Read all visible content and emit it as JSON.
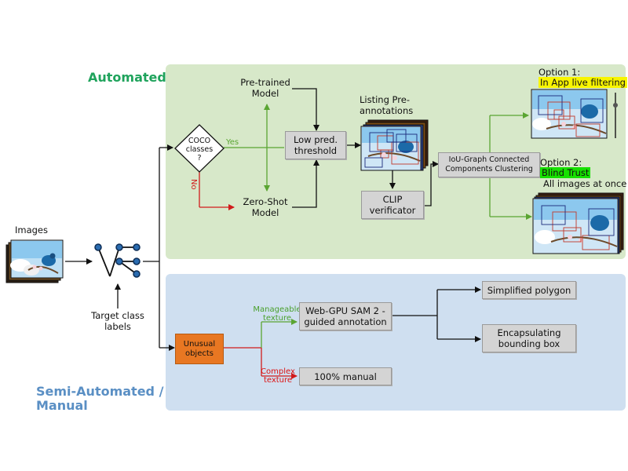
{
  "sections": {
    "automated": "Automated",
    "semi_line1": "Semi-Automated /",
    "semi_line2": "Manual"
  },
  "nodes": {
    "images": "Images",
    "target_line1": "Target class",
    "target_line2": "labels",
    "coco_line1": "COCO",
    "coco_line2": "classes",
    "coco_line3": "?",
    "yes": "Yes",
    "no": "No",
    "pretrained_line1": "Pre-trained",
    "pretrained_line2": "Model",
    "zeroshot_line1": "Zero-Shot",
    "zeroshot_line2": "Model",
    "lowpred_line1": "Low pred.",
    "lowpred_line2": "threshold",
    "listing_line1": "Listing Pre-",
    "listing_line2": "annotations",
    "clip_line1": "CLIP",
    "clip_line2": "verificator",
    "iou_line1": "IoU-Graph Connected",
    "iou_line2": "Components Clustering",
    "option1_title": "Option 1:",
    "option1_sub": "In App live filtering",
    "option2_title": "Option 2:",
    "option2_sub": "Blind Trust",
    "option2_note": "All images at once",
    "unusual_line1": "Unusual",
    "unusual_line2": "objects",
    "manageable_line1": "Manageable",
    "manageable_line2": "texture",
    "complex_line1": "Complex",
    "complex_line2": "texture",
    "sam_line1": "Web-GPU SAM 2 -",
    "sam_line2": "guided annotation",
    "manual": "100% manual",
    "polygon": "Simplified polygon",
    "bbox_line1": "Encapsulating",
    "bbox_line2": "bounding box"
  },
  "colors": {
    "automated_title": "#1fa35c",
    "semi_title": "#5a8fc4",
    "automated_panel": "#d7e8c9",
    "semi_panel": "#cfdff0",
    "yes_arrow": "#5aa532",
    "no_arrow": "#d11b1b",
    "unusual_box": "#e87722",
    "highlight_yellow": "#f8f500",
    "highlight_green": "#16e000"
  },
  "icons": [
    "photo-stack-icon",
    "neural-net-icon",
    "annotated-photo-stack-icon",
    "slider-icon"
  ]
}
